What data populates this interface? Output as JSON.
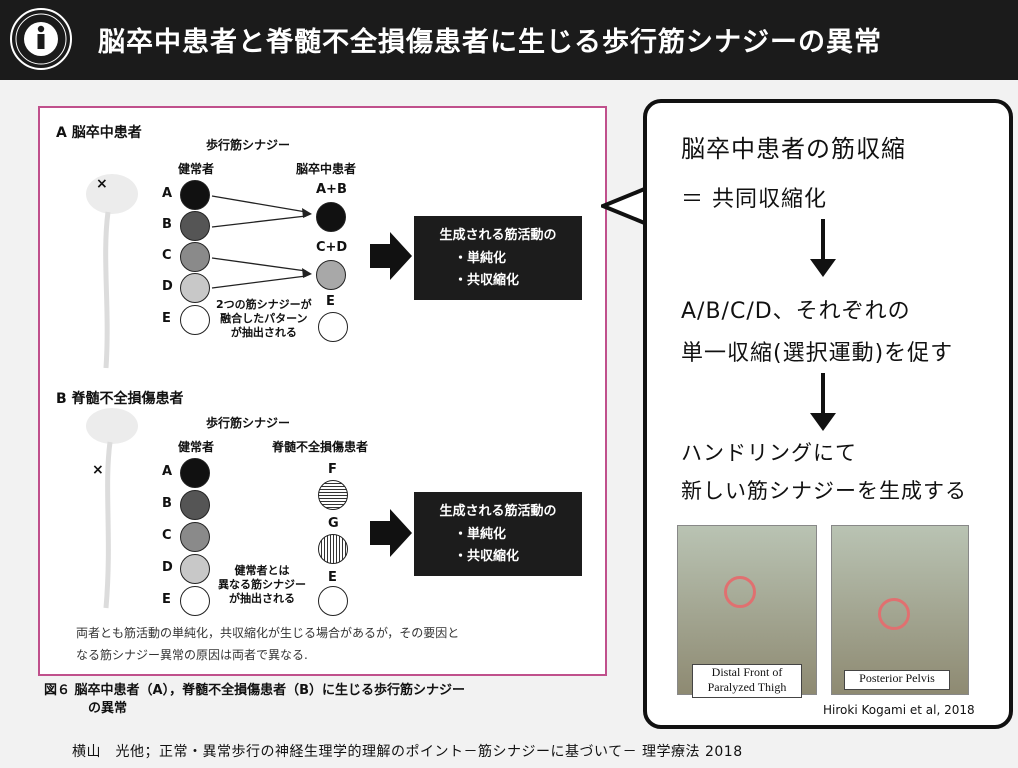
{
  "header": {
    "title": "脳卒中患者と脊髄不全損傷患者に生じる歩行筋シナジーの異常"
  },
  "figure": {
    "section_a": {
      "label": "A 脳卒中患者",
      "synergy_title": "歩行筋シナジー",
      "col_healthy": "健常者",
      "col_patient": "脳卒中患者",
      "rows": [
        "A",
        "B",
        "C",
        "D",
        "E"
      ],
      "merged_ab": "A+B",
      "merged_cd": "C+D",
      "patient_e": "E",
      "note_lines": [
        "2つの筋シナジーが",
        "融合したパターン",
        "が抽出される"
      ],
      "result_lines": [
        "生成される筋活動の",
        "・単純化",
        "・共収縮化"
      ]
    },
    "section_b": {
      "label": "B 脊髄不全損傷患者",
      "synergy_title": "歩行筋シナジー",
      "col_healthy": "健常者",
      "col_patient": "脊髄不全損傷患者",
      "rows": [
        "A",
        "B",
        "C",
        "D",
        "E"
      ],
      "patient_f": "F",
      "patient_g": "G",
      "patient_e": "E",
      "note_lines": [
        "健常者とは",
        "異なる筋シナジー",
        "が抽出される"
      ],
      "result_lines": [
        "生成される筋活動の",
        "・単純化",
        "・共収縮化"
      ]
    },
    "body_note_lines": [
      "両者とも筋活動の単純化，共収縮化が生じる場合があるが，その要因と",
      "なる筋シナジー異常の原因は両者で異なる."
    ],
    "caption_lines": [
      "図６ 脳卒中患者（A），脊髄不全損傷患者（B）に生じる歩行筋シナジー",
      "の異常"
    ]
  },
  "speech": {
    "heading": "脳卒中患者の筋収縮",
    "line1": "＝ 共同収縮化",
    "line2": "A/B/C/D、それぞれの",
    "line3": "単一収縮(選択運動)を促す",
    "line4": "ハンドリングにて",
    "line5": "新しい筋シナジーを生成する",
    "photo1_label_lines": [
      "Distal Front of",
      "Paralyzed Thigh"
    ],
    "photo2_label": "Posterior Pelvis",
    "credit": "Hiroki Kogami et al, 2018"
  },
  "footer": {
    "citation": "横山　光他；正常・異常歩行の神経生理学的理解のポイント－筋シナジーに基づいて－ 理学療法 2018"
  }
}
